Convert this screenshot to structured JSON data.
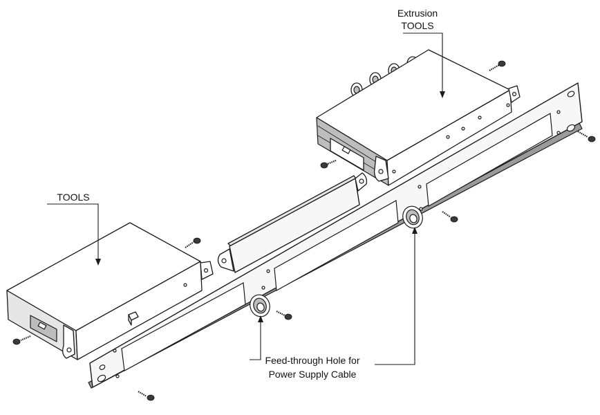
{
  "labels": {
    "extrusion_tools_line1": "Extrusion",
    "extrusion_tools_line2": "TOOLS",
    "tools": "TOOLS",
    "feedthrough_line1": "Feed-through Hole for",
    "feedthrough_line2": "Power Supply Cable"
  }
}
